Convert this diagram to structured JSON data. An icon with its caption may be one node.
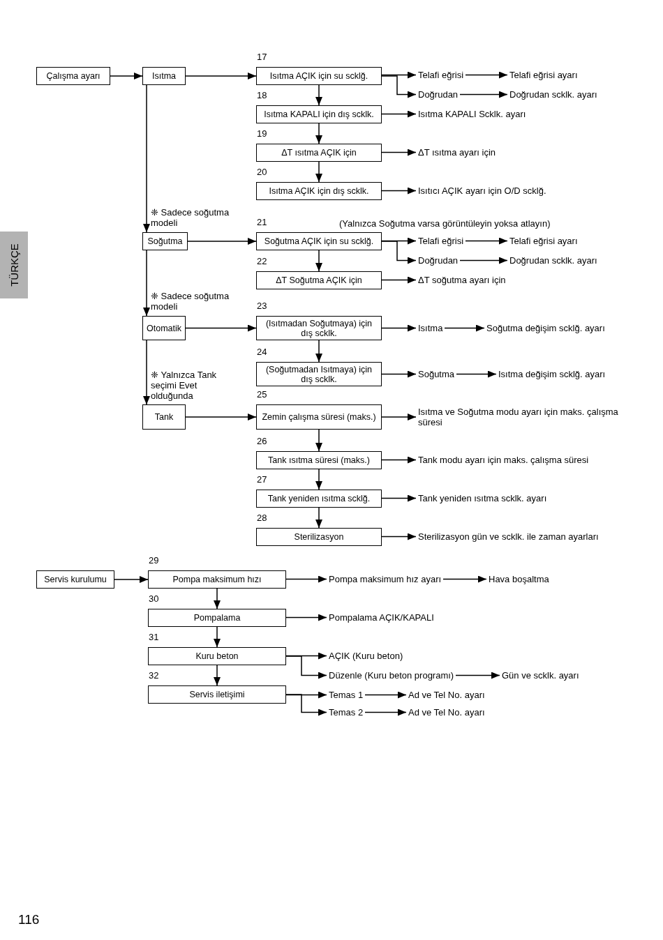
{
  "diagram": {
    "nodes": [
      {
        "text": [
          "Çalışma ayarı"
        ]
      },
      {
        "text": [
          "Isıtma"
        ]
      },
      {
        "text": [
          "Isıtma AÇIK için su scklğ."
        ],
        "beside": [
          "17"
        ]
      },
      {
        "text": [
          "Telafi eğrisi"
        ]
      },
      {
        "text": [
          "Telafi eğrisi ayarı"
        ]
      },
      {
        "text": [
          "Doğrudan"
        ]
      },
      {
        "text": [
          "Doğrudan scklk. ayarı"
        ]
      },
      {
        "text": [
          "Isıtma KAPALI için dış scklk."
        ],
        "beside": [
          "18"
        ]
      },
      {
        "text": [
          "Isıtma KAPALI Scklk. ayarı"
        ]
      },
      {
        "text": [
          "ΔT ısıtma AÇIK için"
        ],
        "beside": [
          "19"
        ]
      },
      {
        "text": [
          "ΔT ısıtma ayarı için"
        ]
      },
      {
        "text": [
          "Isıtma AÇIK için dış scklk."
        ],
        "beside": [
          "20"
        ]
      },
      {
        "text": [
          "Isıtıcı AÇIK ayarı için O/D scklğ."
        ]
      },
      {
        "text": [
          "Soğutma"
        ]
      },
      {
        "text": [
          "Soğutma AÇIK için su scklğ."
        ],
        "beside": [
          "21",
          "(Yalnızca Soğutma varsa görüntüleyin yoksa atlayın)"
        ]
      },
      {
        "text": [
          "Telafi eğrisi"
        ]
      },
      {
        "text": [
          "Telafi eğrisi ayarı"
        ]
      },
      {
        "text": [
          "Doğrudan"
        ]
      },
      {
        "text": [
          "Doğrudan scklk. ayarı"
        ]
      },
      {
        "text": [
          "ΔT Soğutma AÇIK için"
        ],
        "beside": [
          "22"
        ]
      },
      {
        "text": [
          "ΔT soğutma ayarı için"
        ]
      },
      {
        "text": [
          "Otomatik"
        ]
      },
      {
        "text": [
          "(Isıtmadan Soğutmaya) için dış scklk."
        ],
        "beside": [
          "23"
        ]
      },
      {
        "text": [
          "Isıtma"
        ]
      },
      {
        "text": [
          "Soğutma değişim scklğ. ayarı"
        ]
      },
      {
        "text": [
          "(Soğutmadan Isıtmaya) için dış scklk."
        ],
        "beside": [
          "24"
        ]
      },
      {
        "text": [
          "Soğutma"
        ]
      },
      {
        "text": [
          "Isıtma değişim scklğ. ayarı"
        ]
      },
      {
        "text": [
          "Tank"
        ]
      },
      {
        "text": [
          "Zemin çalışma süresi (maks.)"
        ],
        "beside": [
          "25"
        ]
      },
      {
        "text": [
          "Isıtma ve Soğutma modu ayarı için maks. çalışma süresi"
        ]
      },
      {
        "text": [
          "Tank ısıtma süresi (maks.)"
        ],
        "beside": [
          "26"
        ]
      },
      {
        "text": [
          "Tank modu ayarı için maks. çalışma süresi"
        ]
      },
      {
        "text": [
          "Tank yeniden ısıtma scklğ."
        ],
        "beside": [
          "27"
        ]
      },
      {
        "text": [
          "Tank yeniden ısıtma scklk. ayarı"
        ]
      },
      {
        "text": [
          "Sterilizasyon"
        ],
        "beside": [
          "28"
        ]
      },
      {
        "text": [
          "Sterilizasyon gün ve scklk. ile zaman ayarları"
        ]
      },
      {
        "text": [
          "Servis kurulumu"
        ]
      },
      {
        "text": [
          "Pompa maksimum hızı"
        ],
        "beside": [
          "29"
        ]
      },
      {
        "text": [
          "Pompa maksimum hız ayarı"
        ]
      },
      {
        "text": [
          "Hava boşaltma"
        ]
      },
      {
        "text": [
          "Pompalama"
        ],
        "beside": [
          "30"
        ]
      },
      {
        "text": [
          "Pompalama AÇIK/KAPALI"
        ]
      },
      {
        "text": [
          "Kuru beton"
        ],
        "beside": [
          "31"
        ]
      },
      {
        "text": [
          "AÇIK (Kuru beton)"
        ]
      },
      {
        "text": [
          "Düzenle (Kuru beton programı)"
        ]
      },
      {
        "text": [
          "Gün ve scklk. ayarı"
        ]
      },
      {
        "text": [
          "Servis iletişimi"
        ],
        "beside": [
          "32"
        ]
      },
      {
        "text": [
          "Temas 1"
        ]
      },
      {
        "text": [
          "Ad ve Tel No. ayarı"
        ]
      },
      {
        "text": [
          "Temas 2"
        ]
      },
      {
        "text": [
          "Ad ve Tel No. ayarı"
        ]
      }
    ],
    "edges": [
      {
        "from": 0,
        "to": 1,
        "arrow": "to"
      },
      {
        "from": 1,
        "to": 2,
        "arrow": "to"
      },
      {
        "from": 2,
        "to": 3,
        "arrow": "to"
      },
      {
        "from": 3,
        "to": 4,
        "arrow": "to"
      },
      {
        "from": 2,
        "to": 5,
        "arrow": "to"
      },
      {
        "from": 5,
        "to": 6,
        "arrow": "to"
      },
      {
        "from": 2,
        "to": 7,
        "arrow": "to"
      },
      {
        "from": 7,
        "to": 8,
        "arrow": "to"
      },
      {
        "from": 7,
        "to": 9,
        "arrow": "to"
      },
      {
        "from": 9,
        "to": 10,
        "arrow": "to"
      },
      {
        "from": 9,
        "to": 11,
        "arrow": "to"
      },
      {
        "from": 11,
        "to": 12,
        "arrow": "to"
      },
      {
        "from": 1,
        "to": 13,
        "arrow": "to",
        "label": "❈ Sadece soğutma modeli"
      },
      {
        "from": 13,
        "to": 14,
        "arrow": "to"
      },
      {
        "from": 14,
        "to": 15,
        "arrow": "to"
      },
      {
        "from": 15,
        "to": 16,
        "arrow": "to"
      },
      {
        "from": 14,
        "to": 17,
        "arrow": "to"
      },
      {
        "from": 17,
        "to": 18,
        "arrow": "to"
      },
      {
        "from": 14,
        "to": 19,
        "arrow": "to"
      },
      {
        "from": 19,
        "to": 20,
        "arrow": "to"
      },
      {
        "from": 13,
        "to": 21,
        "arrow": "to",
        "label": "❈ Sadece soğutma modeli"
      },
      {
        "from": 21,
        "to": 22,
        "arrow": "to"
      },
      {
        "from": 22,
        "to": 23,
        "arrow": "to"
      },
      {
        "from": 23,
        "to": 24,
        "arrow": "to"
      },
      {
        "from": 22,
        "to": 25,
        "arrow": "to"
      },
      {
        "from": 25,
        "to": 26,
        "arrow": "to"
      },
      {
        "from": 26,
        "to": 27,
        "arrow": "to"
      },
      {
        "from": 21,
        "to": 28,
        "arrow": "to",
        "label": "❈ Yalnızca Tank seçimi Evet olduğunda"
      },
      {
        "from": 28,
        "to": 29,
        "arrow": "to"
      },
      {
        "from": 29,
        "to": 30,
        "arrow": "to"
      },
      {
        "from": 29,
        "to": 31,
        "arrow": "to"
      },
      {
        "from": 31,
        "to": 32,
        "arrow": "to"
      },
      {
        "from": 31,
        "to": 33,
        "arrow": "to"
      },
      {
        "from": 33,
        "to": 34,
        "arrow": "to"
      },
      {
        "from": 33,
        "to": 35,
        "arrow": "to"
      },
      {
        "from": 35,
        "to": 36,
        "arrow": "to"
      },
      {
        "from": 37,
        "to": 38,
        "arrow": "to"
      },
      {
        "from": 38,
        "to": 39,
        "arrow": "to"
      },
      {
        "from": 39,
        "to": 40,
        "arrow": "to"
      },
      {
        "from": 38,
        "to": 41,
        "arrow": "to"
      },
      {
        "from": 41,
        "to": 42,
        "arrow": "to"
      },
      {
        "from": 41,
        "to": 43,
        "arrow": "to"
      },
      {
        "from": 43,
        "to": 44,
        "arrow": "to"
      },
      {
        "from": 43,
        "to": 45,
        "arrow": "to"
      },
      {
        "from": 45,
        "to": 46,
        "arrow": "to"
      },
      {
        "from": 43,
        "to": 47,
        "arrow": "to"
      },
      {
        "from": 47,
        "to": 48,
        "arrow": "to"
      },
      {
        "from": 48,
        "to": 49,
        "arrow": "to"
      },
      {
        "from": 47,
        "to": 50,
        "arrow": "to"
      },
      {
        "from": 50,
        "to": 51,
        "arrow": "to"
      }
    ],
    "labels": [
      "TÜRKÇE",
      "116"
    ]
  }
}
